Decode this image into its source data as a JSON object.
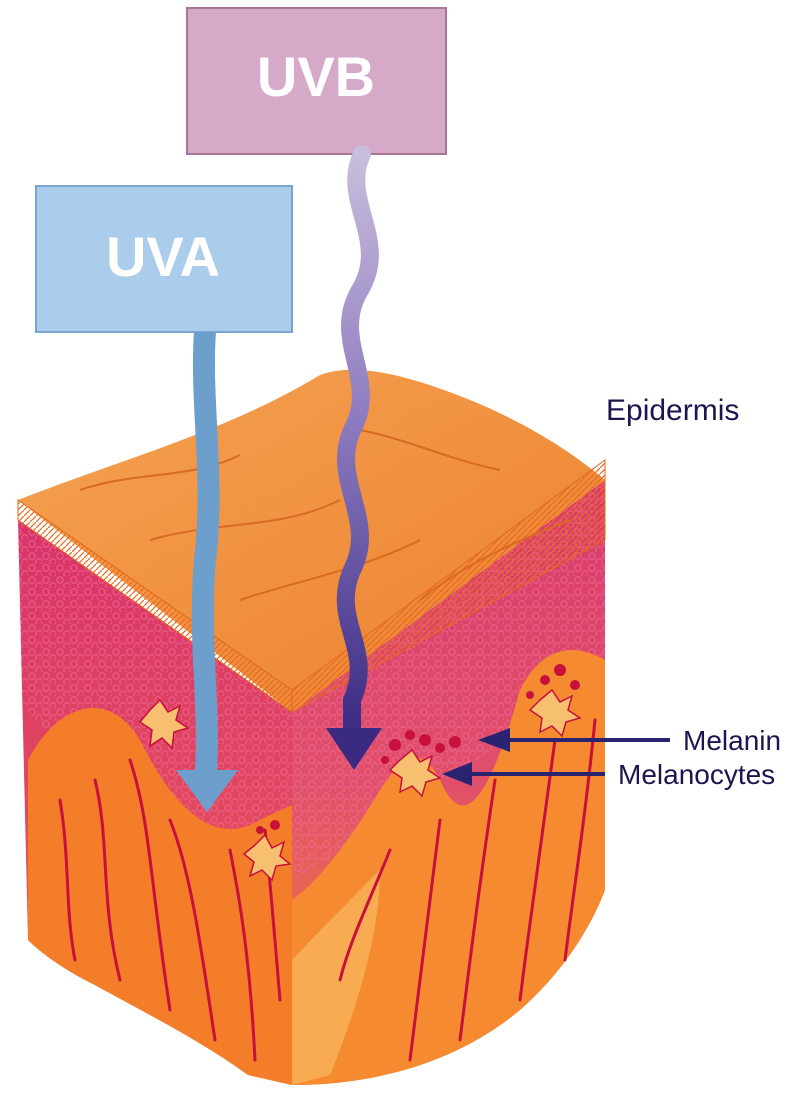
{
  "diagram": {
    "uvb_label": "UVB",
    "uva_label": "UVA",
    "epidermis_label": "Epidermis",
    "melanin_label": "Melanin",
    "melanocytes_label": "Melanocytes"
  },
  "colors": {
    "uvb_box_fill": "#d6a9c8",
    "uvb_box_stroke": "#a77699",
    "uva_box_fill": "#a9cdea",
    "uva_box_stroke": "#7aa4cf",
    "uva_arrow": "#6d9fcc",
    "uvb_arrow_top": "#c2b5d8",
    "uvb_arrow_bottom": "#3d2e86",
    "skin_top": "#f08c3c",
    "skin_top_light": "#f7a85a",
    "epidermis_pink": "#d93a6a",
    "dermis_orange": "#f37d28",
    "vessel_red": "#c8103c",
    "label_text": "#1c1650"
  }
}
